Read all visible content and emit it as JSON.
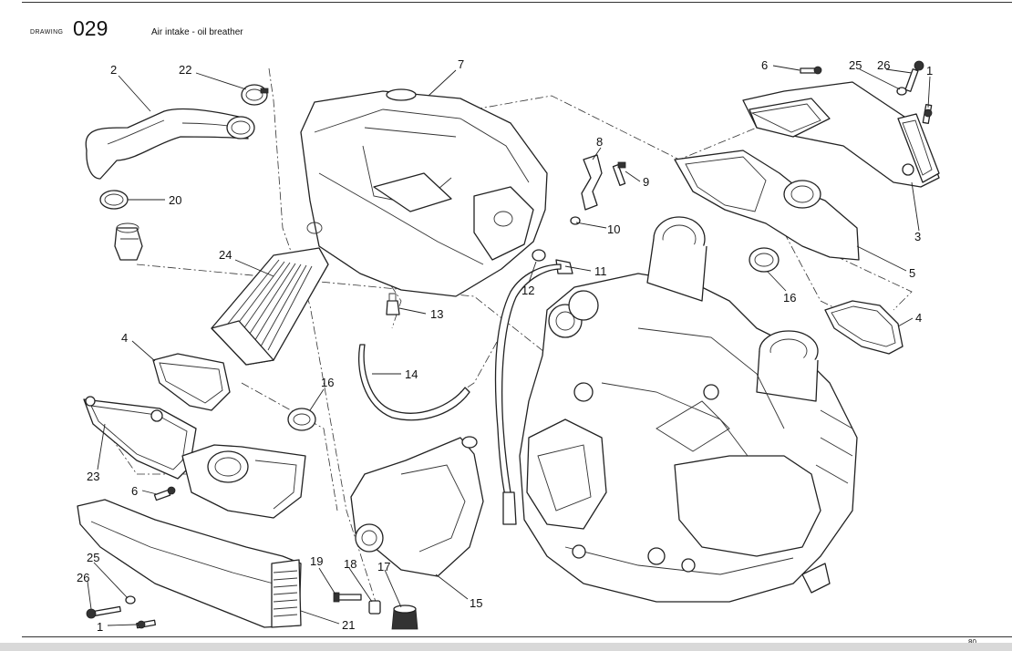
{
  "header": {
    "prefix": "DRAWING",
    "number": "029",
    "title": "Air intake - oil breather"
  },
  "footer": {
    "page": "80"
  },
  "callouts": [
    "2",
    "22",
    "7",
    "6",
    "25",
    "26",
    "1",
    "8",
    "9",
    "10",
    "11",
    "12",
    "20",
    "24",
    "13",
    "14",
    "3",
    "5",
    "16",
    "4",
    "4",
    "16",
    "23",
    "6",
    "15",
    "19",
    "18",
    "17",
    "25",
    "26",
    "1",
    "21"
  ]
}
